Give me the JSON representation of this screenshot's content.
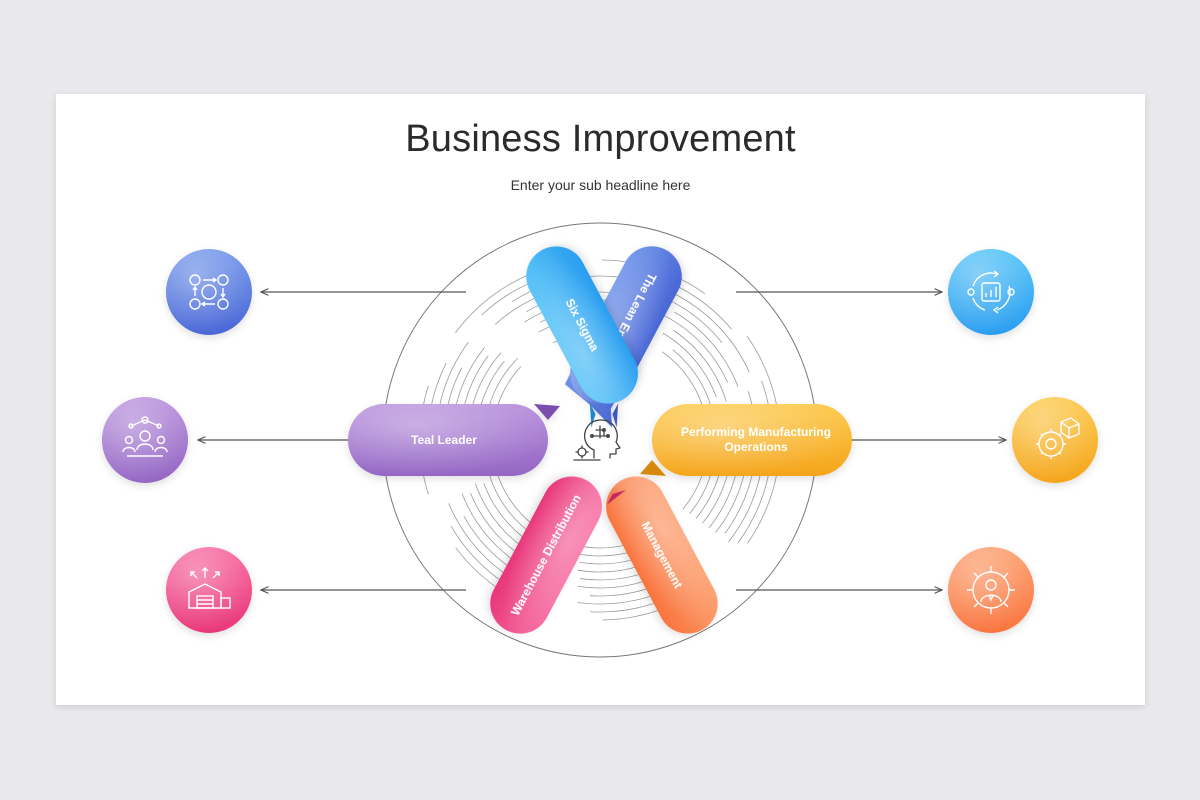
{
  "slide": {
    "title": "Business Improvement",
    "subtitle": "Enter your sub headline here"
  },
  "center_icon": "head-circuit-icon",
  "items": [
    {
      "label": "The Lean Enterprise",
      "color": "#5b7ee0",
      "icon": "gears-workflow-icon"
    },
    {
      "label": "Six Sigma",
      "color": "#33aef2",
      "icon": "cycle-chart-icon"
    },
    {
      "label": "Performing Manufacturing Operations",
      "color": "#f7b32e",
      "icon": "gear-box-icon"
    },
    {
      "label": "Management",
      "color": "#fb8652",
      "icon": "gear-person-icon"
    },
    {
      "label": "Warehouse Distribution",
      "color": "#ee4b8a",
      "icon": "warehouse-icon"
    },
    {
      "label": "Teal Leader",
      "color": "#a478cf",
      "icon": "team-network-icon"
    }
  ]
}
